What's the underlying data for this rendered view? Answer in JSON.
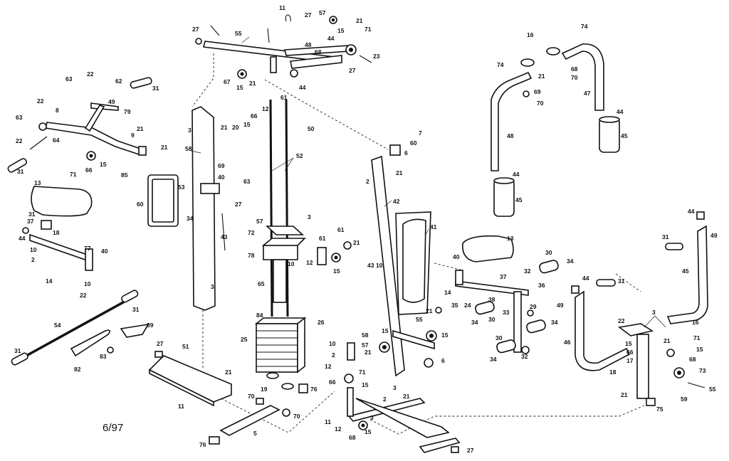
{
  "date_note": "6/97",
  "part_labels": {
    "p_11a": "11",
    "p_27a": "27",
    "p_57a": "57",
    "p_21a": "21",
    "p_27b": "27",
    "p_15a": "15",
    "p_71a": "71",
    "p_55": "55",
    "p_44a": "44",
    "p_48a": "48",
    "p_68a": "68",
    "p_23": "23",
    "p_27c": "27",
    "p_22a": "22",
    "p_63a": "63",
    "p_62": "62",
    "p_31a": "31",
    "p_49a": "49",
    "p_22b": "22",
    "p_8a": "8",
    "p_79": "79",
    "p_63b": "63",
    "p_64": "64",
    "p_21b": "21",
    "p_9": "9",
    "p_22c": "22",
    "p_71b": "71",
    "p_66a": "66",
    "p_15b": "15",
    "p_85": "85",
    "p_21c": "21",
    "p_31b": "31",
    "p_67": "67",
    "p_15c": "15",
    "p_21d": "21",
    "p_44b": "44",
    "p_61a": "61",
    "p_12a": "12",
    "p_66b": "66",
    "p_21e": "21",
    "p_20": "20",
    "p_15d": "15",
    "p_50": "50",
    "p_58": "58",
    "p_3a": "3",
    "p_13a": "13",
    "p_60": "60",
    "p_69": "69",
    "p_40a": "40",
    "p_63c": "63",
    "p_53": "53",
    "p_27d": "27",
    "p_34a": "34",
    "p_43a": "43",
    "p_52": "52",
    "p_72": "72",
    "p_57b": "57",
    "p_3b": "3",
    "p_78": "78",
    "p_61b": "61",
    "p_61c": "61",
    "p_21f": "21",
    "p_12b": "12",
    "p_15e": "15",
    "p_10a": "10",
    "p_31c": "31",
    "p_37a": "37",
    "p_18": "18",
    "p_44c": "44",
    "p_10b": "10",
    "p_2a": "2",
    "p_77": "77",
    "p_40b": "40",
    "p_14a": "14",
    "p_10c": "10",
    "p_22d": "22",
    "p_3c": "3",
    "p_54": "54",
    "p_31d": "31",
    "p_39": "39",
    "p_31e": "31",
    "p_82": "82",
    "p_83": "83",
    "p_27e": "27",
    "p_51": "51",
    "p_21g": "21",
    "p_11b": "11",
    "p_65": "65",
    "p_84": "84",
    "p_26": "26",
    "p_25": "25",
    "p_19": "19",
    "p_76a": "76",
    "p_70a": "70",
    "p_70b": "70",
    "p_5": "5",
    "p_76b": "76",
    "p_7": "7",
    "p_60b": "60",
    "p_6a": "6",
    "p_21h": "21",
    "p_2b": "2",
    "p_42": "42",
    "p_41": "41",
    "p_43b": "43",
    "p_10d": "10",
    "p_21i": "21",
    "p_55b": "55",
    "p_15f": "15",
    "p_15g": "15",
    "p_58b": "58",
    "p_10e": "10",
    "p_2c": "2",
    "p_12c": "12",
    "p_57c": "57",
    "p_21j": "21",
    "p_6b": "6",
    "p_66c": "66",
    "p_3d": "3",
    "p_15h": "15",
    "p_71c": "71",
    "p_21k": "21",
    "p_2d": "2",
    "p_3e": "3",
    "p_11c": "11",
    "p_12d": "12",
    "p_68b": "68",
    "p_15i": "15",
    "p_27f": "27",
    "p_74a": "74",
    "p_74b": "74",
    "p_16": "16",
    "p_21l": "21",
    "p_68c": "68",
    "p_70c": "70",
    "p_69b": "69",
    "p_70d": "70",
    "p_47": "47",
    "p_44d": "44",
    "p_45a": "45",
    "p_48b": "48",
    "p_44e": "44",
    "p_45b": "45",
    "p_13b": "13",
    "p_30a": "30",
    "p_34b": "34",
    "p_40c": "40",
    "p_37b": "37",
    "p_32a": "32",
    "p_36": "36",
    "p_14b": "14",
    "p_35": "35",
    "p_24": "24",
    "p_38": "38",
    "p_33": "33",
    "p_29": "29",
    "p_30b": "30",
    "p_34c": "34",
    "p_34d": "34",
    "p_30c": "30",
    "p_34e": "34",
    "p_32b": "32",
    "p_44f": "44",
    "p_49b": "49",
    "p_31f": "31",
    "p_45c": "45",
    "p_44g": "44",
    "p_31g": "31",
    "p_49c": "49",
    "p_46": "46",
    "p_22e": "22",
    "p_3f": "3",
    "p_15j": "15",
    "p_71d": "71",
    "p_16b": "16",
    "p_17": "17",
    "p_21m": "21",
    "p_66d": "66",
    "p_15k": "15",
    "p_73": "73",
    "p_68d": "68",
    "p_55c": "55",
    "p_59": "59",
    "p_75": "75",
    "p_21n": "21",
    "p_18b": "18"
  }
}
